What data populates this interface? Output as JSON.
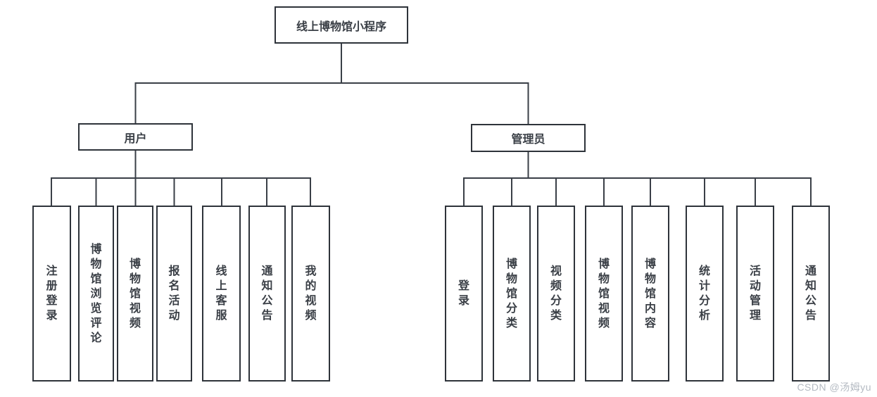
{
  "diagram": {
    "root": {
      "label": "线上博物馆小程序"
    },
    "branches": [
      {
        "label": "用户",
        "children": [
          "注册登录",
          "博物馆浏览评论",
          "博物馆视频",
          "报名活动",
          "线上客服",
          "通知公告",
          "我的视频"
        ]
      },
      {
        "label": "管理员",
        "children": [
          "登录",
          "博物馆分类",
          "视频分类",
          "博物馆视频",
          "博物馆内容",
          "统计分析",
          "活动管理",
          "通知公告"
        ]
      }
    ]
  },
  "watermark": "CSDN @汤姆yu",
  "colors": {
    "background": "#ffffff",
    "line": "#3a3f47",
    "border": "#2e333a",
    "text": "#3a3f46",
    "watermark": "#b4bac2"
  }
}
